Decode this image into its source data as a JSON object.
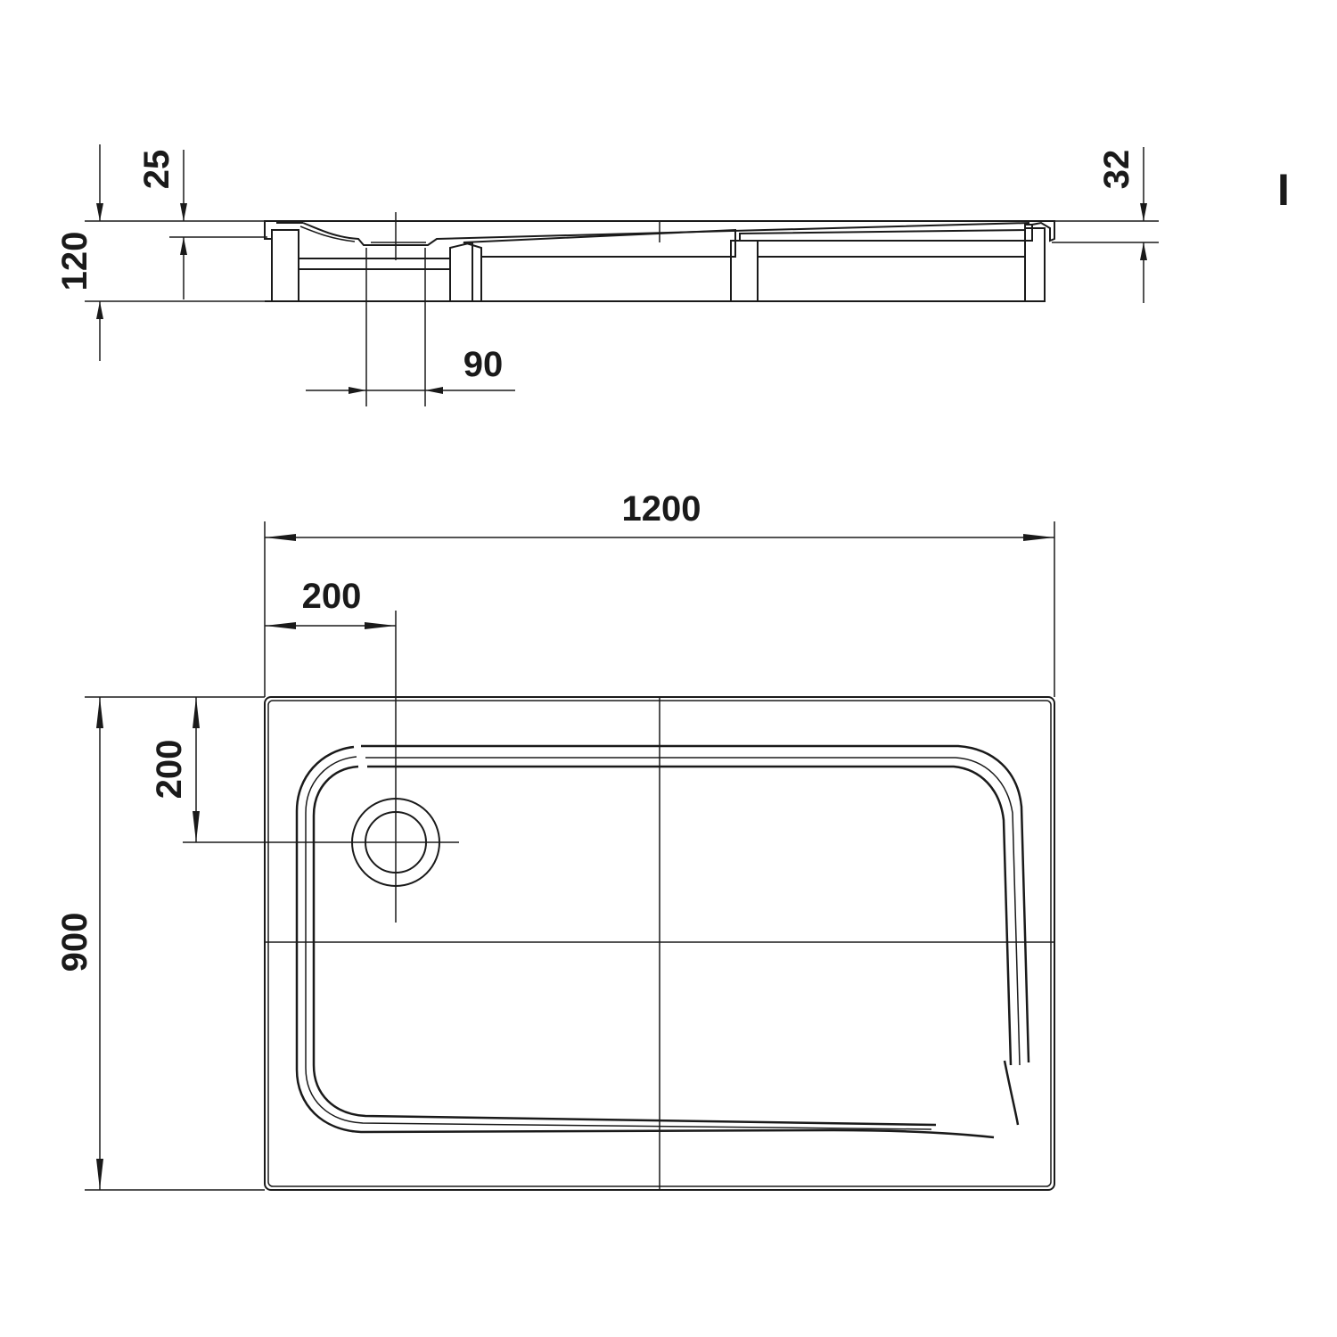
{
  "section_view": {
    "dim_left_small": "25",
    "dim_left_total": "120",
    "dim_right": "32",
    "dim_drain": "90",
    "view_mark": "I"
  },
  "plan_view": {
    "dim_width": "1200",
    "dim_depth": "900",
    "dim_drain_x": "200",
    "dim_drain_y": "200"
  },
  "colors": {
    "line": "#1a1a1a",
    "background": "#ffffff"
  }
}
